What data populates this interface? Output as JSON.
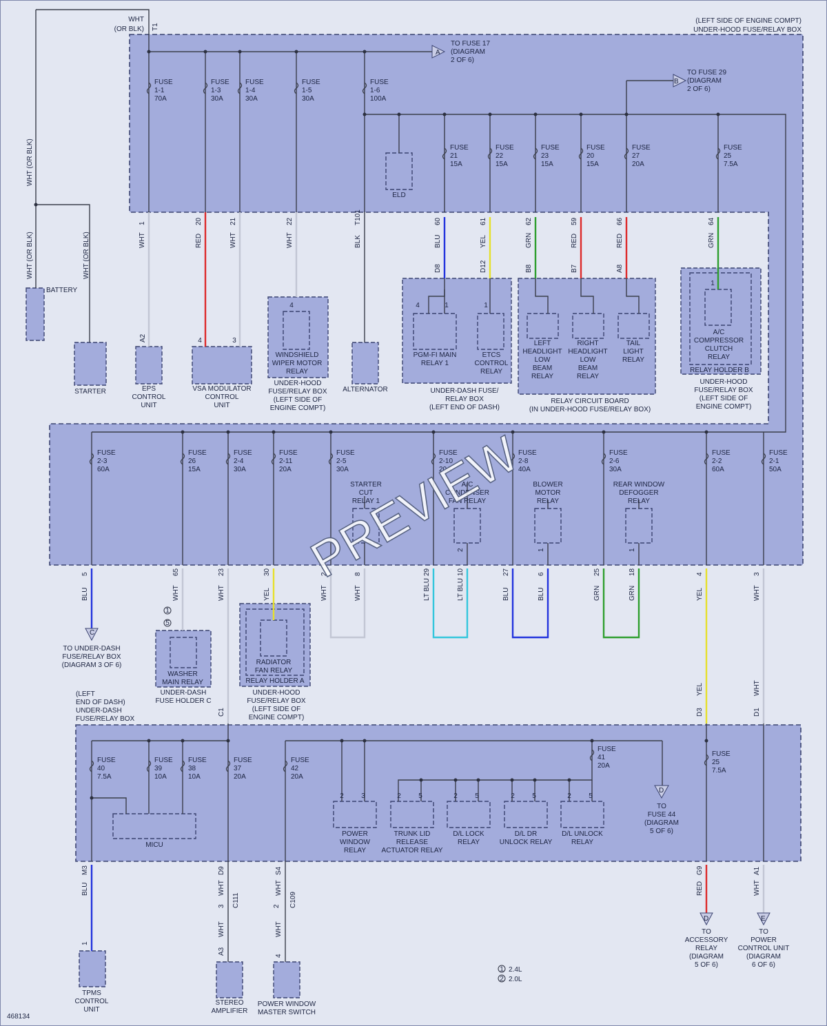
{
  "diagram_id": "468134",
  "watermark": "PREVIEW",
  "legend": [
    {
      "marker": "1",
      "text": "2.4L"
    },
    {
      "marker": "2",
      "text": "2.0L"
    }
  ],
  "battery_feed": {
    "pin": "T1",
    "color_line1": "WHT",
    "color_line2": "(OR BLK)",
    "side_label_top": "WHT  (OR BLK)",
    "side_label_mid": "WHT  (OR BLK)",
    "starter_label": "WHT  (OR BLK)"
  },
  "underhood_box": {
    "title_line1": "(LEFT SIDE OF ENGINE COMPT)",
    "title_line2": "UNDER-HOOD FUSE/RELAY BOX"
  },
  "connector_A": {
    "letter": "A",
    "lines": [
      "TO FUSE 17",
      "(DIAGRAM",
      "2 OF 6)"
    ]
  },
  "connector_B": {
    "letter": "B",
    "lines": [
      "TO FUSE 29",
      "(DIAGRAM",
      "2 OF 6)"
    ]
  },
  "row1_fuses": [
    {
      "lines": [
        "FUSE",
        "1-1",
        "70A"
      ]
    },
    {
      "lines": [
        "FUSE",
        "1-3",
        "30A"
      ]
    },
    {
      "lines": [
        "FUSE",
        "1-4",
        "30A"
      ]
    },
    {
      "lines": [
        "FUSE",
        "1-5",
        "30A"
      ]
    },
    {
      "lines": [
        "FUSE",
        "1-6",
        "100A"
      ]
    }
  ],
  "row2_fuses": [
    {
      "lines": [
        "FUSE",
        "21",
        "15A"
      ]
    },
    {
      "lines": [
        "FUSE",
        "22",
        "15A"
      ]
    },
    {
      "lines": [
        "FUSE",
        "23",
        "15A"
      ]
    },
    {
      "lines": [
        "FUSE",
        "20",
        "15A"
      ]
    },
    {
      "lines": [
        "FUSE",
        "27",
        "20A"
      ]
    },
    {
      "lines": [
        "FUSE",
        "25",
        "7.5A"
      ]
    }
  ],
  "eld": "ELD",
  "top_wires": [
    {
      "pin": "1",
      "color": "WHT"
    },
    {
      "pin": "20",
      "color": "RED"
    },
    {
      "pin": "21",
      "color": "WHT"
    },
    {
      "pin": "22",
      "color": "WHT"
    },
    {
      "pin": "T101",
      "color": "BLK"
    },
    {
      "pin": "60",
      "color": "BLU"
    },
    {
      "pin": "61",
      "color": "YEL"
    },
    {
      "pin": "62",
      "color": "GRN"
    },
    {
      "pin": "59",
      "color": "RED"
    },
    {
      "pin": "66",
      "color": "RED"
    },
    {
      "pin": "64",
      "color": "GRN"
    }
  ],
  "mid_pins": [
    "D8",
    "D12",
    "B8",
    "B7",
    "A8"
  ],
  "battery_label": "BATTERY",
  "top_devices": {
    "starter": "STARTER",
    "eps_pin": "A2",
    "eps": [
      "EPS",
      "CONTROL",
      "UNIT"
    ],
    "vsa_pin1": "4",
    "vsa_pin2": "3",
    "vsa": [
      "VSA MODULATOR",
      "CONTROL",
      "UNIT"
    ],
    "wiper_pin": "4",
    "wiper": [
      "WINDSHIELD",
      "WIPER MOTOR",
      "RELAY"
    ],
    "wiper_box": [
      "UNDER-HOOD",
      "FUSE/RELAY BOX",
      "(LEFT SIDE OF",
      "ENGINE COMPT)"
    ],
    "alternator": "ALTERNATOR",
    "pgm": [
      "PGM-FI MAIN",
      "RELAY 1"
    ],
    "pgm_pin1": "4",
    "pgm_pin2": "1",
    "etcs": [
      "ETCS",
      "CONTROL",
      "RELAY"
    ],
    "etcs_pin": "1",
    "underdash_box": [
      "UNDER-DASH FUSE/",
      "RELAY BOX",
      "(LEFT END OF DASH)"
    ],
    "left_hl": [
      "LEFT",
      "HEADLIGHT",
      "LOW",
      "BEAM",
      "RELAY"
    ],
    "right_hl": [
      "RIGHT",
      "HEADLIGHT",
      "LOW",
      "BEAM",
      "RELAY"
    ],
    "tail": [
      "TAIL",
      "LIGHT",
      "RELAY"
    ],
    "relay_board": [
      "RELAY CIRCUIT BOARD",
      "(IN UNDER-HOOD FUSE/RELAY BOX)"
    ],
    "ac": [
      "A/C",
      "COMPRESSOR",
      "CLUTCH",
      "RELAY"
    ],
    "ac_pin": "1",
    "ac_holder": "RELAY HOLDER B",
    "ac_box": [
      "UNDER-HOOD",
      "FUSE/RELAY BOX",
      "(LEFT SIDE OF",
      "ENGINE COMPT)"
    ]
  },
  "row3_fuses": [
    {
      "lines": [
        "FUSE",
        "2-3",
        "60A"
      ]
    },
    {
      "lines": [
        "FUSE",
        "26",
        "15A"
      ]
    },
    {
      "lines": [
        "FUSE",
        "2-4",
        "30A"
      ]
    },
    {
      "lines": [
        "FUSE",
        "2-11",
        "20A"
      ]
    },
    {
      "lines": [
        "FUSE",
        "2-5",
        "30A"
      ]
    },
    {
      "lines": [
        "FUSE",
        "2-10",
        "20A"
      ]
    },
    {
      "lines": [
        "FUSE",
        "2-8",
        "40A"
      ]
    },
    {
      "lines": [
        "FUSE",
        "2-6",
        "30A"
      ]
    },
    {
      "lines": [
        "FUSE",
        "2-2",
        "60A"
      ]
    },
    {
      "lines": [
        "FUSE",
        "2-1",
        "50A"
      ]
    }
  ],
  "row3_relays": {
    "starter_cut": [
      "STARTER",
      "CUT",
      "RELAY 1"
    ],
    "condenser": [
      "A/C",
      "CONDENSER",
      "FAN RELAY"
    ],
    "blower": [
      "BLOWER",
      "MOTOR",
      "RELAY"
    ],
    "defogger": [
      "REAR WINDOW",
      "DEFOGGER",
      "RELAY"
    ],
    "condenser_pin": "2",
    "blower_pin": "1",
    "defogger_pin": "1"
  },
  "low_wires": [
    {
      "pin": "5",
      "color": "BLU"
    },
    {
      "pin": "65",
      "color": "WHT"
    },
    {
      "pin": "23",
      "color": "WHT"
    },
    {
      "pin": "30",
      "color": "YEL"
    },
    {
      "pin": "2",
      "color": "WHT"
    },
    {
      "pin": "8",
      "color": "WHT"
    },
    {
      "pin": "29",
      "color": "LT BLU"
    },
    {
      "pin": "10",
      "color": "LT BLU"
    },
    {
      "pin": "27",
      "color": "BLU"
    },
    {
      "pin": "6",
      "color": "BLU"
    },
    {
      "pin": "25",
      "color": "GRN"
    },
    {
      "pin": "18",
      "color": "GRN"
    },
    {
      "pin": "4",
      "color": "YEL"
    },
    {
      "pin": "3",
      "color": "WHT"
    }
  ],
  "connector_C": {
    "letter": "C",
    "lines": [
      "TO UNDER-DASH",
      "FUSE/RELAY BOX",
      "(DIAGRAM 3 OF 6)"
    ]
  },
  "washer": {
    "pin_a": "1",
    "pin_b": "5",
    "lines": [
      "WASHER",
      "MAIN RELAY"
    ],
    "box": [
      "UNDER-DASH",
      "FUSE HOLDER C"
    ]
  },
  "radiator": {
    "lines": [
      "RADIATOR",
      "FAN RELAY"
    ],
    "holder": "RELAY HOLDER A",
    "box": [
      "UNDER-HOOD",
      "FUSE/RELAY BOX",
      "(LEFT SIDE OF",
      "ENGINE COMPT)"
    ]
  },
  "dash_box_title": [
    "(LEFT",
    "END OF DASH)",
    "UNDER-DASH",
    "FUSE/RELAY BOX"
  ],
  "dash_inputs": [
    {
      "pin": "C1"
    },
    {
      "pin": "D3",
      "color": "YEL"
    },
    {
      "pin": "D1",
      "color": "WHT"
    }
  ],
  "row4_fuses": [
    {
      "lines": [
        "FUSE",
        "40",
        "7.5A"
      ]
    },
    {
      "lines": [
        "FUSE",
        "39",
        "10A"
      ]
    },
    {
      "lines": [
        "FUSE",
        "38",
        "10A"
      ]
    },
    {
      "lines": [
        "FUSE",
        "37",
        "20A"
      ]
    },
    {
      "lines": [
        "FUSE",
        "42",
        "20A"
      ]
    },
    {
      "lines": [
        "FUSE",
        "41",
        "20A"
      ]
    },
    {
      "lines": [
        "FUSE",
        "25",
        "7.5A"
      ]
    }
  ],
  "micu": "MICU",
  "dash_relays": [
    {
      "lines": [
        "POWER",
        "WINDOW",
        "RELAY"
      ],
      "pins": [
        "2",
        "3"
      ]
    },
    {
      "lines": [
        "TRUNK LID",
        "RELEASE",
        "ACTUATOR RELAY"
      ],
      "pins": [
        "2",
        "5"
      ]
    },
    {
      "lines": [
        "D/L LOCK",
        "RELAY"
      ],
      "pins": [
        "2",
        "5"
      ]
    },
    {
      "lines": [
        "D/L DR",
        "UNLOCK RELAY"
      ],
      "pins": [
        "2",
        "5"
      ]
    },
    {
      "lines": [
        "D/L UNLOCK",
        "RELAY"
      ],
      "pins": [
        "2",
        "5"
      ]
    }
  ],
  "connector_D": {
    "letter": "D",
    "lines": [
      "TO",
      "FUSE 44",
      "(DIAGRAM",
      "5 OF 6)"
    ]
  },
  "bottom_wires": [
    {
      "pin": "M3",
      "color": "BLU"
    },
    {
      "pin": "D9",
      "color": "WHT"
    },
    {
      "pin": "S4",
      "color": "WHT"
    },
    {
      "pin": "G9",
      "color": "RED"
    },
    {
      "pin": "A1",
      "color": "WHT"
    }
  ],
  "c111": {
    "pin": "3",
    "id": "C111",
    "color": "WHT"
  },
  "c109": {
    "pin": "2",
    "id": "C109",
    "color": "WHT"
  },
  "bottom_devices": {
    "tpms_pin": "1",
    "tpms": [
      "TPMS",
      "CONTROL",
      "UNIT"
    ],
    "stereo_pin": "A3",
    "stereo_color": "WHT",
    "stereo": [
      "STEREO",
      "AMPLIFIER"
    ],
    "pwm_pin": "4",
    "pwm_color": "WHT",
    "pwm": [
      "POWER WINDOW",
      "MASTER SWITCH"
    ]
  },
  "connector_Dd": {
    "letter": "D",
    "lines": [
      "TO",
      "ACCESSORY",
      "RELAY",
      "(DIAGRAM",
      "5 OF 6)"
    ]
  },
  "connector_E": {
    "letter": "E",
    "lines": [
      "TO",
      "POWER",
      "CONTROL UNIT",
      "(DIAGRAM",
      "6 OF 6)"
    ]
  },
  "wire_colors": {
    "BLU": "#2233dd",
    "RED": "#dd2a2a",
    "YEL": "#e6e02c",
    "GRN": "#2e9e2e",
    "LTBLU": "#33c6dc",
    "WHT": "#c2c6d4",
    "BLK": "#3a3e4a"
  }
}
